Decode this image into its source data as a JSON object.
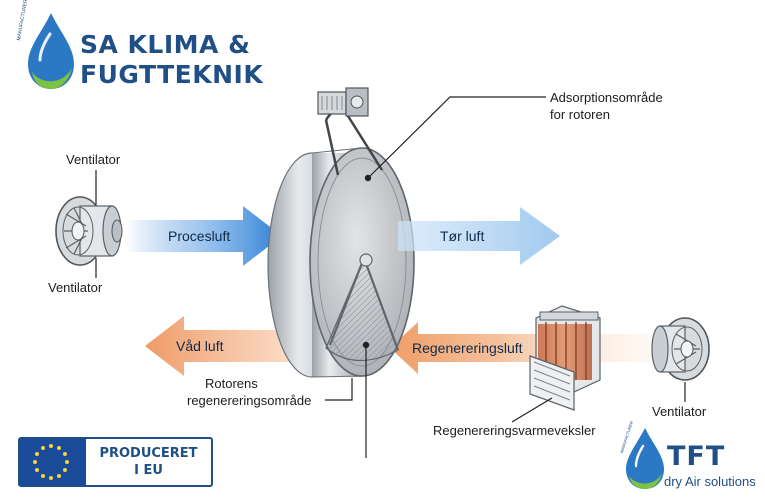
{
  "brand": {
    "line1": "SA KLIMA &",
    "line2": "FUGTTEKNIK",
    "drop_text": "MANUFACTURER"
  },
  "labels": {
    "ventilator_top": "Ventilator",
    "ventilator_bottom": "Ventilator",
    "ventilator_right": "Ventilator",
    "adsorption_line1": "Adsorptionsområde",
    "adsorption_line2": "for rotoren",
    "rotor_regen_line1": "Rotorens",
    "rotor_regen_line2": "regenereringsområde",
    "heat_exchanger": "Regenereringsvarmeveksler"
  },
  "arrows": {
    "process_air": "Procesluft",
    "dry_air": "Tør luft",
    "wet_air": "Våd luft",
    "regen_air": "Regenereringsluft"
  },
  "eu_badge": {
    "line1": "PRODUCERET",
    "line2": "I EU"
  },
  "tft": {
    "title": "TFT",
    "subtitle": "dry Air solutions",
    "drop_text": "MANUFACTURER"
  },
  "colors": {
    "brand_blue": "#1f4f86",
    "drop_blue": "#2b78c5",
    "drop_green": "#7cc243",
    "process_arrow": "#2f7fd6",
    "dry_arrow": "#a9cff2",
    "wet_arrow": "#f0a070",
    "regen_arrow": "#f3b98f"
  }
}
